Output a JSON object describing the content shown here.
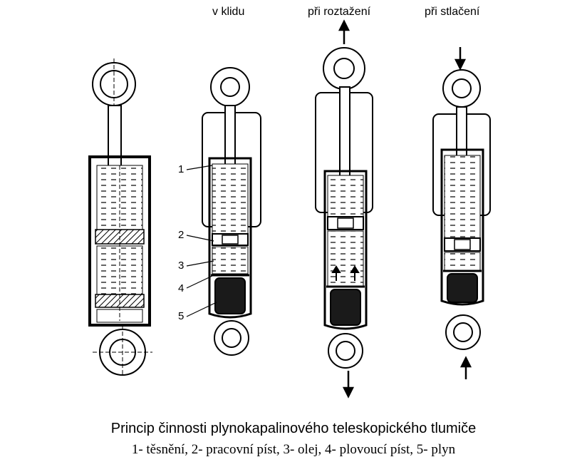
{
  "headers": {
    "rest": "v klidu",
    "extension": "při roztažení",
    "compression": "při stlačení"
  },
  "labels": [
    "1",
    "2",
    "3",
    "4",
    "5"
  ],
  "title": "Princip činnosti plynokapalinového teleskopického tlumiče",
  "caption": "1- těsnění, 2- pracovní píst, 3- olej, 4- plovoucí píst, 5- plyn",
  "colors": {
    "ink": "#000000",
    "paper": "#ffffff",
    "gas": "#1a1a1a"
  }
}
